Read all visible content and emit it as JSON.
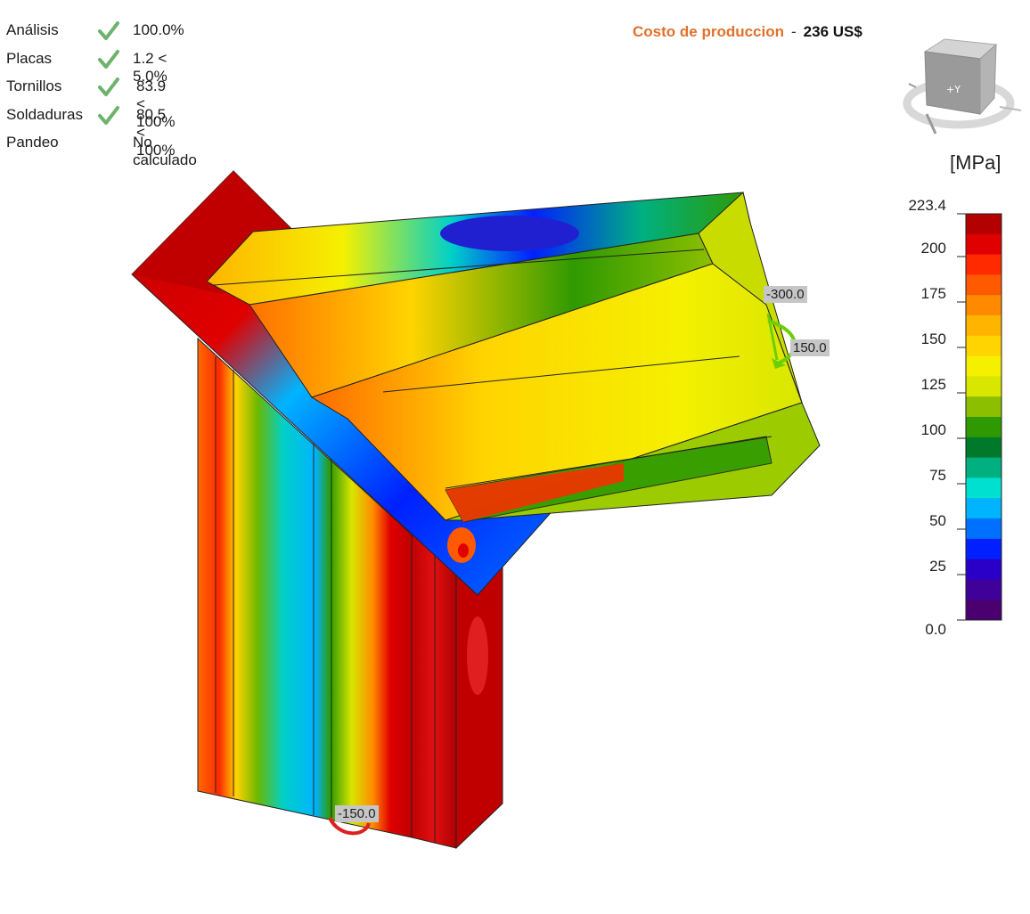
{
  "checks": [
    {
      "label": "Análisis",
      "status": "ok",
      "value": "100.0%"
    },
    {
      "label": "Placas",
      "status": "ok",
      "value": "1.2 < 5.0%"
    },
    {
      "label": "Tornillos",
      "status": "ok",
      "value": "83.9 < 100%"
    },
    {
      "label": "Soldaduras",
      "status": "ok",
      "value": "80.5 < 100%"
    },
    {
      "label": "Pandeo",
      "status": "none",
      "value": "No calculado"
    }
  ],
  "cost": {
    "label": "Costo de produccion",
    "separator": "-",
    "value": "236 US$"
  },
  "nav_cube": {
    "face_label": "+Y",
    "icon": "view-cube-icon"
  },
  "legend": {
    "unit": "[MPa]",
    "ticks": [
      "223.4",
      "200",
      "175",
      "150",
      "125",
      "100",
      "75",
      "50",
      "25",
      "0.0"
    ],
    "colors": [
      "#b30000",
      "#e00000",
      "#ff2a00",
      "#ff5a00",
      "#ff8a00",
      "#ffb400",
      "#ffd400",
      "#f5f000",
      "#d8e600",
      "#8cbf00",
      "#2f9a00",
      "#007a2a",
      "#00b080",
      "#00e0d0",
      "#00b4ff",
      "#0070ff",
      "#0020ff",
      "#2a00c8",
      "#40009a",
      "#4a0070"
    ]
  },
  "loads": [
    {
      "value": "-300.0",
      "color": "#6cd000"
    },
    {
      "value": "150.0",
      "color": "#6cd000"
    },
    {
      "value": "-150.0",
      "color": "#e02020"
    }
  ]
}
